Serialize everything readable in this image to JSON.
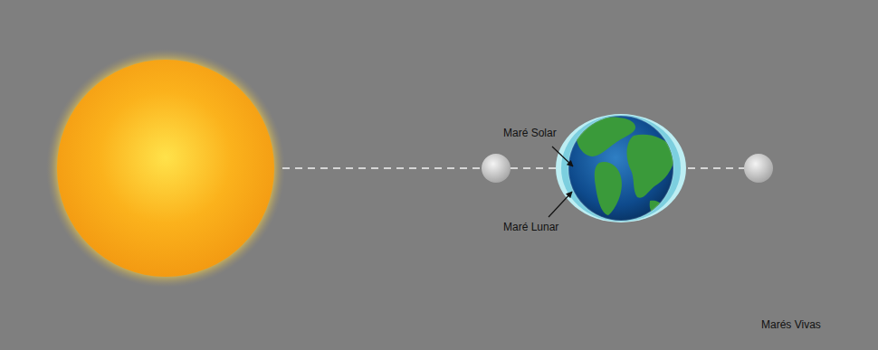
{
  "diagram": {
    "labels": [
      "Maré Solar",
      "Maré Lunar",
      "Marés Vivas"
    ]
  }
}
